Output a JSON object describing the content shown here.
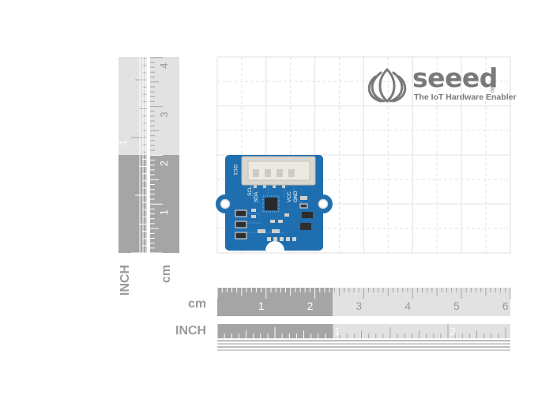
{
  "logo": {
    "brand": "seeed",
    "suffix": "studio",
    "tagline": "The IoT Hardware Enabler"
  },
  "board": {
    "connector_label": "I2C1",
    "pins_top": [
      "SCL",
      "SDA"
    ],
    "pins_bottom": [
      "VCC",
      "GND"
    ]
  },
  "rulers": {
    "horizontal_cm_unit": "cm",
    "horizontal_inch_unit": "INCH",
    "vertical_inch_unit": "INCH",
    "vertical_cm_unit": "cm",
    "cm_ticks": [
      "1",
      "2",
      "3",
      "4",
      "5",
      "6"
    ],
    "inch_ticks": [
      "1",
      "2"
    ],
    "vertical_cm_ticks": [
      "1",
      "2",
      "3",
      "4"
    ],
    "vertical_inch_ticks": [
      "1"
    ]
  },
  "colors": {
    "pcb": "#1f6fb0",
    "ruler_dark": "#a5a5a5",
    "ruler_light": "#e2e2e2",
    "logo": "#7a7a7a"
  }
}
